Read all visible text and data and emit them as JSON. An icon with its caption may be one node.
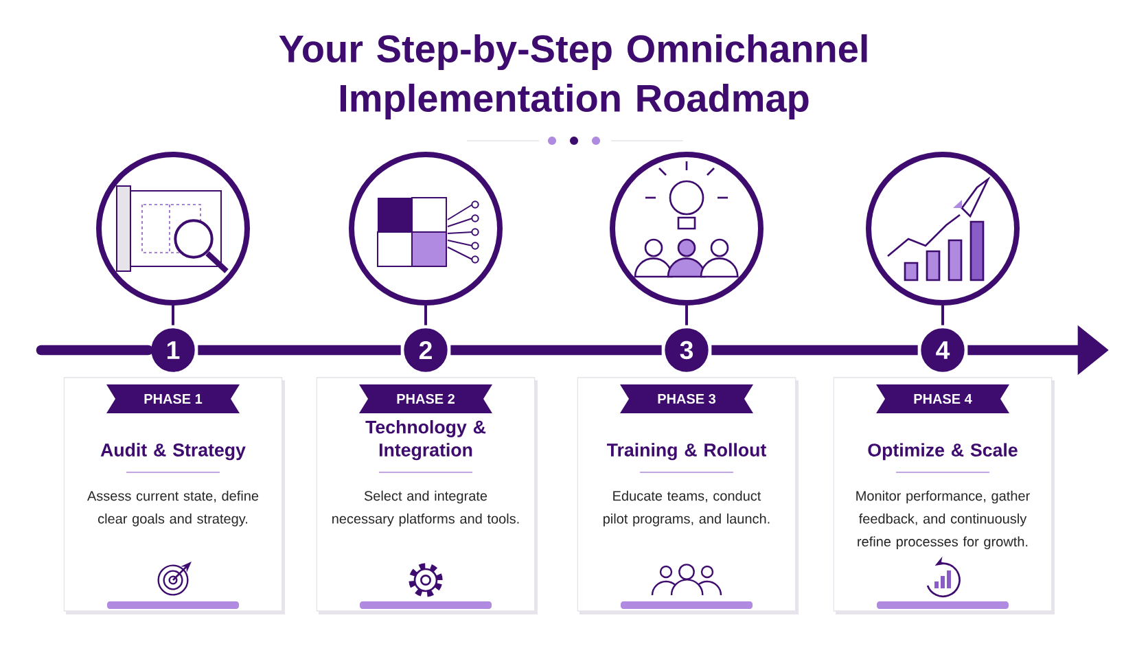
{
  "diagram": {
    "title": "Your Step-by-Step Omnichannel Implementation Roadmap",
    "nodes": [
      {
        "text": [],
        "shape": "picture"
      },
      {
        "text": [],
        "shape": "picture"
      },
      {
        "text": [],
        "shape": "picture"
      },
      {
        "text": [],
        "shape": "picture"
      },
      {
        "text": [
          "1"
        ]
      },
      {
        "text": [
          "2"
        ]
      },
      {
        "text": [
          "3"
        ]
      },
      {
        "text": [
          "4"
        ]
      },
      {
        "text": [
          "PHASE 1",
          "Audit & Strategy",
          "Assess current state, define clear goals and strategy."
        ]
      },
      {
        "text": [
          "PHASE 2",
          "Technology & Integration",
          "Select and integrate necessary platforms and tools."
        ]
      },
      {
        "text": [
          "PHASE 3",
          "Training & Rollout",
          "Educate teams, conduct pilot programs, and launch."
        ]
      },
      {
        "text": [
          "PHASE 4",
          "Optimize & Scale",
          "Monitor performance, gather feedback, and continuously refine processes for growth."
        ]
      }
    ],
    "edges": [
      {
        "from": 0,
        "to": 4,
        "arrow": "none"
      },
      {
        "from": 1,
        "to": 5,
        "arrow": "none"
      },
      {
        "from": 2,
        "to": 6,
        "arrow": "none"
      },
      {
        "from": 3,
        "to": 7,
        "arrow": "none"
      },
      {
        "from": null,
        "to": 4,
        "arrow": "none"
      },
      {
        "from": 4,
        "to": 5,
        "arrow": "none"
      },
      {
        "from": 5,
        "to": 6,
        "arrow": "none"
      },
      {
        "from": 6,
        "to": 7,
        "arrow": "none"
      },
      {
        "from": 7,
        "to": null,
        "arrow": "to"
      }
    ]
  }
}
